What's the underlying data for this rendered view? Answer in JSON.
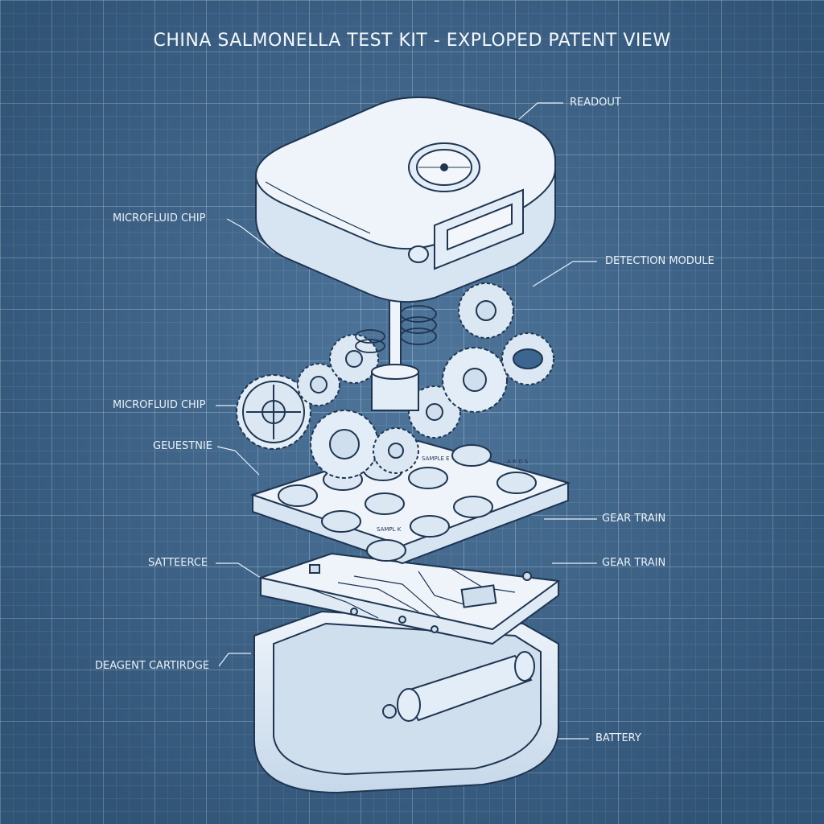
{
  "title": "CHINA SALMONELLA TEST KIT - EXPLOPED PATENT VIEW",
  "labels": {
    "readout": "READOUT",
    "microfluid_chip_1": "MICROFLUID CHIP",
    "detection_module": "DETECTION MODULE",
    "microfluid_chip_2": "MICROFLUID CHIP",
    "geuestnie": "GEUESTNIE",
    "gear_train_1": "GEAR TRAIN",
    "satteerce": "SATTEERCE",
    "gear_train_2": "GEAR TRAIN",
    "deagent_cartirdge": "DEAGENT CARTIRDGE",
    "battery": "BATTERY"
  },
  "tray_text": {
    "sample_top": "SAMPLE E",
    "sample_mid": "SAMPL K",
    "code_right": "A R D S"
  },
  "colors": {
    "background": "#3b6690",
    "line": "#1f3550",
    "part_fill": "#dbe8f4",
    "text": "#eef4fa"
  }
}
